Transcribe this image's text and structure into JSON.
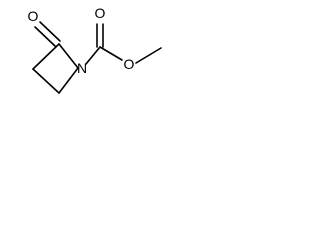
{
  "molecule": {
    "atoms": {
      "ring_carbonyl_oxygen": "O",
      "ring_nitrogen": "N",
      "carbonyl_oxygen": "O",
      "ester_oxygen": "O"
    }
  },
  "colors": {
    "bond": "#000000",
    "label": "#000000",
    "background": "#ffffff"
  }
}
